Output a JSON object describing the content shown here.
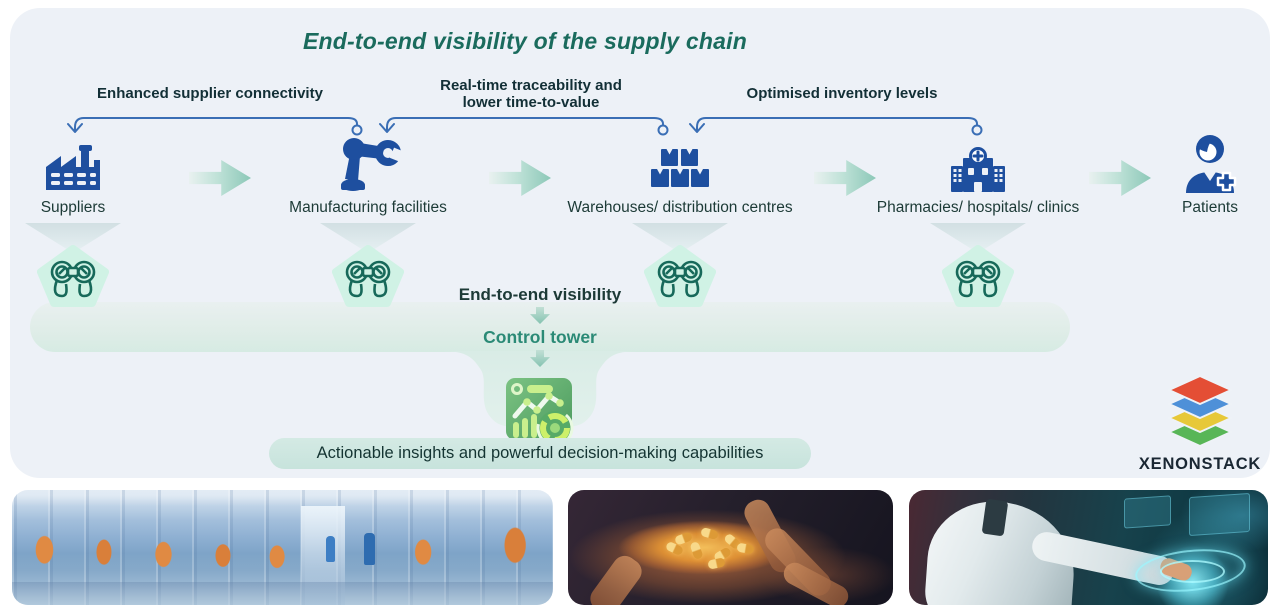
{
  "panel": {
    "title": "End-to-end visibility of the supply chain"
  },
  "connectors": [
    {
      "label": "Enhanced supplier connectivity"
    },
    {
      "label": "Real-time traceability and lower time-to-value"
    },
    {
      "label": "Optimised inventory levels"
    }
  ],
  "entities": [
    {
      "label": "Suppliers",
      "icon": "factory-icon"
    },
    {
      "label": "Manufacturing facilities",
      "icon": "robot-arm-icon"
    },
    {
      "label": "Warehouses/ distribution centres",
      "icon": "warehouse-boxes-icon"
    },
    {
      "label": "Pharmacies/ hospitals/ clinics",
      "icon": "hospital-icon"
    },
    {
      "label": "Patients",
      "icon": "patient-icon"
    }
  ],
  "visibility": {
    "watch_icon": "binoculars-icon",
    "caption": "End-to-end visibility",
    "control_tower": "Control tower",
    "insight_icon": "analytics-dashboard-icon",
    "pill": "Actionable insights and powerful decision-making capabilities"
  },
  "brand": {
    "name": "XENONSTACK",
    "logo": "stacked-layers-logo"
  },
  "photos": [
    {
      "alt": "pharmaceutical manufacturing line with capsule containers"
    },
    {
      "alt": "hands holding amber capsules"
    },
    {
      "alt": "scientist typing on futuristic holographic interface"
    }
  ],
  "colors": {
    "panel_bg": "#edf1f7",
    "icon_blue": "#1e4f9f",
    "connector_blue": "#3a6eb5",
    "title_teal": "#1a6b5d",
    "control_teal": "#2b8a76",
    "text_dark": "#1c3a36",
    "mint_band": "#d8ebe4",
    "pill_bg": "#cde6e0",
    "badge_mint": "#d0f2e5",
    "dashboard_green": "#5aa968",
    "dashboard_lime": "#c9ef8d"
  }
}
